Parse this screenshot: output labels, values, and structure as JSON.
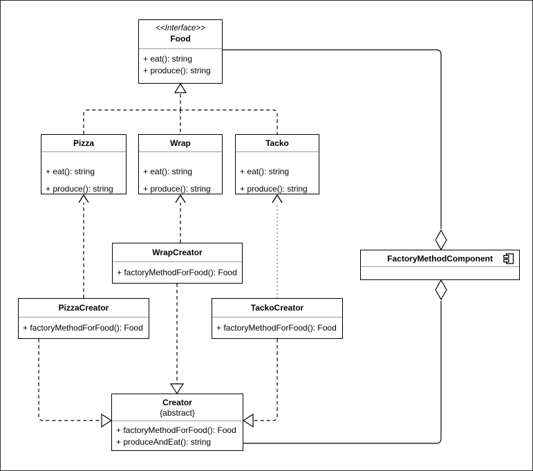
{
  "diagram": {
    "title": "Factory Method UML Class Diagram",
    "type": "uml-class-diagram",
    "background": "#ffffff",
    "border_color": "#2b2b2b",
    "line_color": "#000000",
    "divider_color": "#9a9a9a"
  },
  "classes": {
    "food": {
      "stereotype": "<<Interface>>",
      "name": "Food",
      "operations": [
        "+ eat(): string",
        "+ produce(): string"
      ]
    },
    "pizza": {
      "name": "Pizza",
      "operations": [
        "+ eat(): string",
        "+ produce(): string"
      ]
    },
    "wrap": {
      "name": "Wrap",
      "operations": [
        "+ eat(): string",
        "+ produce(): string"
      ]
    },
    "tacko": {
      "name": "Tacko",
      "operations": [
        "+ eat(): string",
        "+ produce(): string"
      ]
    },
    "wrap_creator": {
      "name": "WrapCreator",
      "operations": [
        "+ factoryMethodForFood(): Food"
      ]
    },
    "pizza_creator": {
      "name": "PizzaCreator",
      "operations": [
        "+ factoryMethodForFood(): Food"
      ]
    },
    "tacko_creator": {
      "name": "TackoCreator",
      "operations": [
        "+ factoryMethodForFood(): Food"
      ]
    },
    "creator": {
      "name": "Creator",
      "modifier": "{abstract}",
      "operations": [
        "+ factoryMethodForFood(): Food",
        "+ produceAndEat(): string"
      ]
    },
    "factory_method_component": {
      "name": "FactoryMethodComponent",
      "icon": "component-icon",
      "operations": []
    }
  },
  "relationships": [
    {
      "from": "Pizza",
      "to": "Food",
      "kind": "realization",
      "style": "dashed",
      "head": "hollow-triangle"
    },
    {
      "from": "Wrap",
      "to": "Food",
      "kind": "realization",
      "style": "dashed",
      "head": "hollow-triangle"
    },
    {
      "from": "Tacko",
      "to": "Food",
      "kind": "realization",
      "style": "dashed",
      "head": "hollow-triangle"
    },
    {
      "from": "PizzaCreator",
      "to": "Pizza",
      "kind": "dependency",
      "style": "dashed",
      "head": "open-arrow"
    },
    {
      "from": "WrapCreator",
      "to": "Wrap",
      "kind": "dependency",
      "style": "dashed",
      "head": "open-arrow"
    },
    {
      "from": "TackoCreator",
      "to": "Tacko",
      "kind": "dependency",
      "style": "dotted",
      "head": "open-arrow"
    },
    {
      "from": "WrapCreator",
      "to": "Creator",
      "kind": "generalization",
      "style": "dashed",
      "head": "hollow-triangle"
    },
    {
      "from": "PizzaCreator",
      "to": "Creator",
      "kind": "generalization",
      "style": "dashed",
      "head": "hollow-triangle"
    },
    {
      "from": "TackoCreator",
      "to": "Creator",
      "kind": "generalization",
      "style": "dashed",
      "head": "hollow-triangle"
    },
    {
      "from": "FactoryMethodComponent",
      "to": "Food",
      "kind": "aggregation",
      "style": "solid",
      "head": "hollow-diamond"
    },
    {
      "from": "FactoryMethodComponent",
      "to": "Creator",
      "kind": "aggregation",
      "style": "solid",
      "head": "hollow-diamond"
    }
  ]
}
